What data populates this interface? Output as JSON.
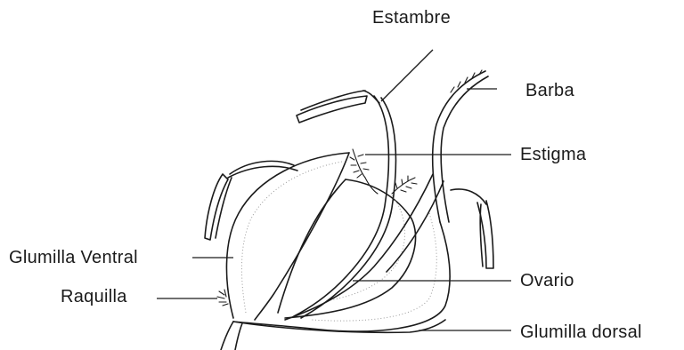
{
  "labels": {
    "estambre": "Estambre",
    "barba": "Barba",
    "estigma": "Estigma",
    "glumilla_ventral": "Glumilla Ventral",
    "raquilla": "Raquilla",
    "ovario": "Ovario",
    "glumilla_dorsal": "Glumilla dorsal"
  }
}
